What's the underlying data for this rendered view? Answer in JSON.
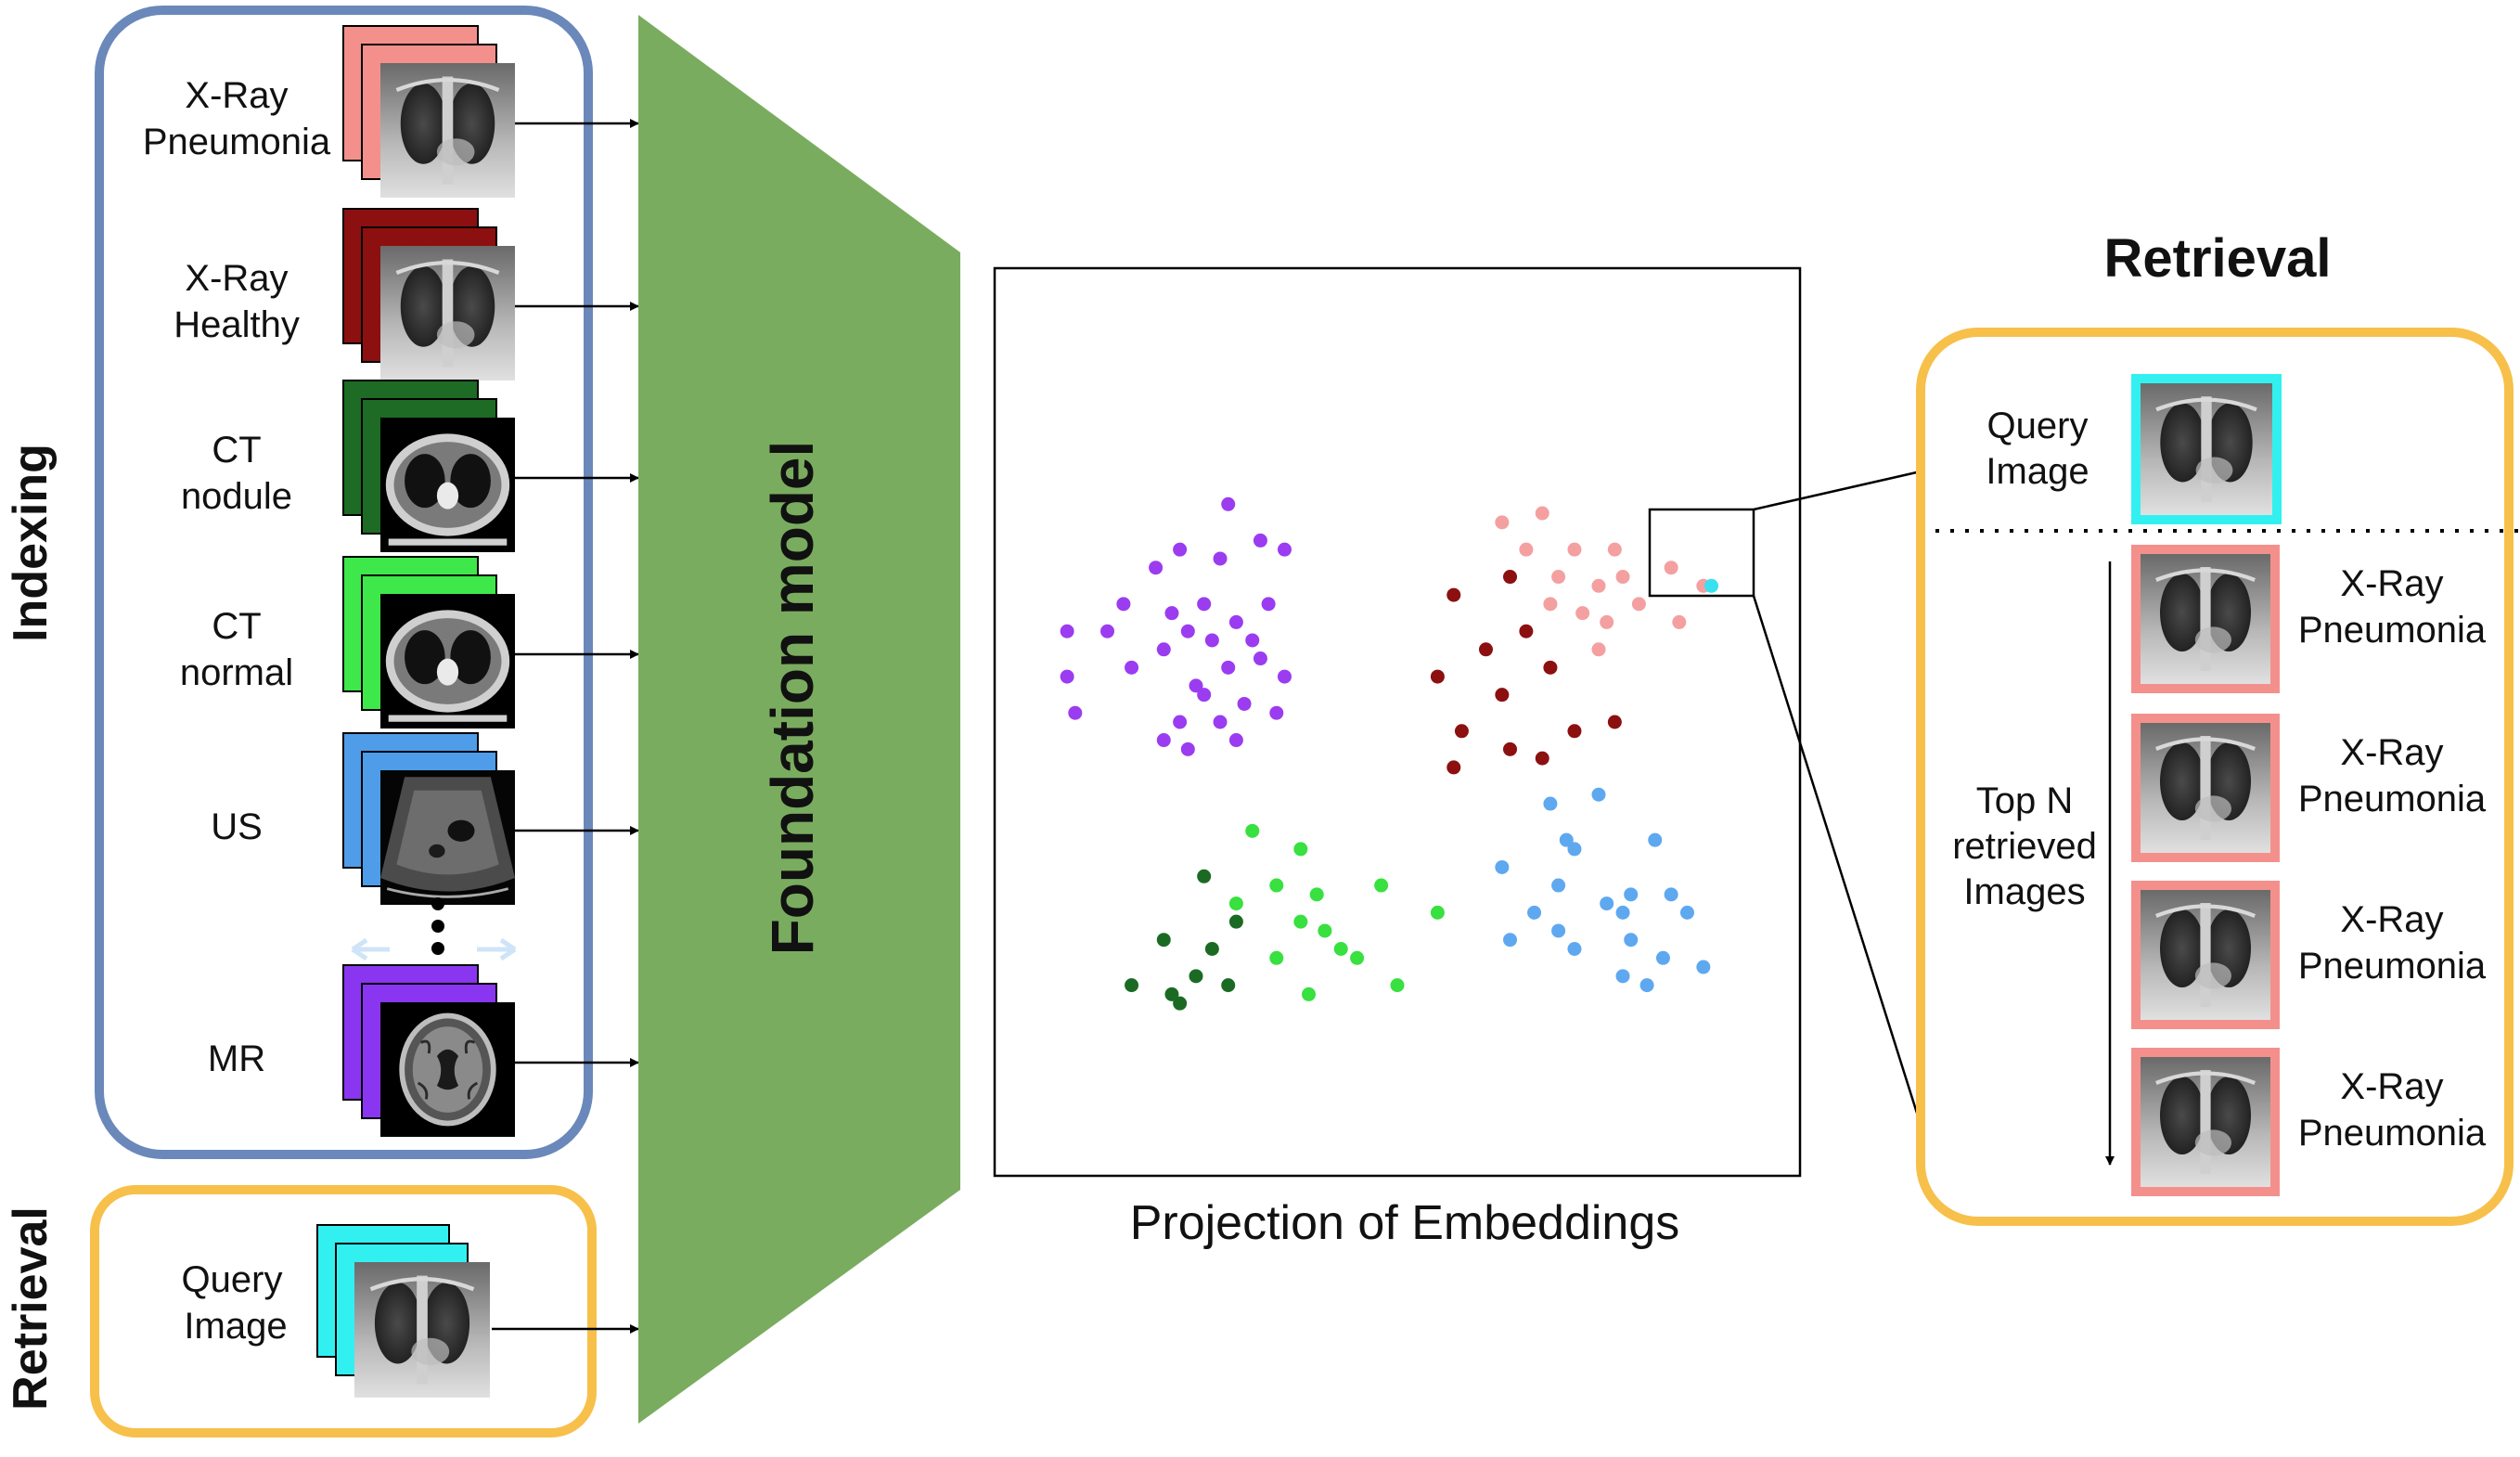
{
  "side_labels": {
    "indexing": "Indexing",
    "retrieval": "Retrieval"
  },
  "foundation_model": {
    "label": "Foundation model",
    "color": "#7aac5f"
  },
  "indexing_panel": {
    "border_color": "#6a88ba",
    "items": [
      {
        "key": "xray-pneumonia",
        "line1": "X-Ray",
        "line2": "Pneumonia",
        "stack_color": "#f4908c",
        "icon": "chest-xray-icon"
      },
      {
        "key": "xray-healthy",
        "line1": "X-Ray",
        "line2": "Healthy",
        "stack_color": "#8c1010",
        "icon": "chest-xray-icon"
      },
      {
        "key": "ct-nodule",
        "line1": "CT",
        "line2": "nodule",
        "stack_color": "#1d6b24",
        "icon": "ct-scan-icon"
      },
      {
        "key": "ct-normal",
        "line1": "CT",
        "line2": "normal",
        "stack_color": "#3ee84a",
        "icon": "ct-scan-icon"
      },
      {
        "key": "us",
        "line1": "US",
        "line2": "",
        "stack_color": "#4f9de8",
        "icon": "ultrasound-icon"
      },
      {
        "key": "mr",
        "line1": "MR",
        "line2": "",
        "stack_color": "#8a36f0",
        "icon": "mri-brain-icon"
      }
    ]
  },
  "query_panel": {
    "border_color": "#f7c04a",
    "line1": "Query",
    "line2": "Image",
    "stack_color": "#33f0f0"
  },
  "projection": {
    "caption": "Projection of Embeddings",
    "clusters": [
      {
        "name": "MR",
        "color": "#9b3cf0",
        "points": [
          [
            0.29,
            0.26
          ],
          [
            0.23,
            0.31
          ],
          [
            0.33,
            0.3
          ],
          [
            0.2,
            0.33
          ],
          [
            0.28,
            0.32
          ],
          [
            0.36,
            0.31
          ],
          [
            0.34,
            0.37
          ],
          [
            0.26,
            0.37
          ],
          [
            0.16,
            0.37
          ],
          [
            0.22,
            0.38
          ],
          [
            0.3,
            0.39
          ],
          [
            0.32,
            0.41
          ],
          [
            0.24,
            0.4
          ],
          [
            0.27,
            0.41
          ],
          [
            0.33,
            0.43
          ],
          [
            0.14,
            0.4
          ],
          [
            0.21,
            0.42
          ],
          [
            0.29,
            0.44
          ],
          [
            0.25,
            0.46
          ],
          [
            0.36,
            0.45
          ],
          [
            0.17,
            0.44
          ],
          [
            0.26,
            0.47
          ],
          [
            0.31,
            0.48
          ],
          [
            0.35,
            0.49
          ],
          [
            0.23,
            0.5
          ],
          [
            0.28,
            0.5
          ],
          [
            0.21,
            0.52
          ],
          [
            0.3,
            0.52
          ],
          [
            0.24,
            0.53
          ],
          [
            0.09,
            0.4
          ],
          [
            0.09,
            0.45
          ],
          [
            0.1,
            0.49
          ]
        ]
      },
      {
        "name": "X-Ray Pneumonia",
        "color": "#f4a0a0",
        "points": [
          [
            0.63,
            0.28
          ],
          [
            0.68,
            0.27
          ],
          [
            0.72,
            0.31
          ],
          [
            0.66,
            0.31
          ],
          [
            0.77,
            0.31
          ],
          [
            0.64,
            0.34
          ],
          [
            0.7,
            0.34
          ],
          [
            0.75,
            0.35
          ],
          [
            0.78,
            0.34
          ],
          [
            0.69,
            0.37
          ],
          [
            0.73,
            0.38
          ],
          [
            0.8,
            0.37
          ],
          [
            0.76,
            0.39
          ],
          [
            0.84,
            0.33
          ],
          [
            0.88,
            0.35
          ],
          [
            0.85,
            0.39
          ],
          [
            0.75,
            0.42
          ]
        ]
      },
      {
        "name": "X-Ray Healthy",
        "color": "#8c1010",
        "points": [
          [
            0.64,
            0.34
          ],
          [
            0.57,
            0.36
          ],
          [
            0.66,
            0.4
          ],
          [
            0.61,
            0.42
          ],
          [
            0.55,
            0.45
          ],
          [
            0.69,
            0.44
          ],
          [
            0.63,
            0.47
          ],
          [
            0.58,
            0.51
          ],
          [
            0.64,
            0.53
          ],
          [
            0.72,
            0.51
          ],
          [
            0.77,
            0.5
          ],
          [
            0.68,
            0.54
          ],
          [
            0.57,
            0.55
          ]
        ]
      },
      {
        "name": "CT normal",
        "color": "#38e040",
        "points": [
          [
            0.32,
            0.62
          ],
          [
            0.38,
            0.64
          ],
          [
            0.35,
            0.68
          ],
          [
            0.4,
            0.69
          ],
          [
            0.48,
            0.68
          ],
          [
            0.3,
            0.7
          ],
          [
            0.38,
            0.72
          ],
          [
            0.41,
            0.73
          ],
          [
            0.43,
            0.75
          ],
          [
            0.35,
            0.76
          ],
          [
            0.45,
            0.76
          ],
          [
            0.39,
            0.8
          ],
          [
            0.5,
            0.79
          ],
          [
            0.55,
            0.71
          ]
        ]
      },
      {
        "name": "CT nodule",
        "color": "#1b6a24",
        "points": [
          [
            0.26,
            0.67
          ],
          [
            0.3,
            0.72
          ],
          [
            0.21,
            0.74
          ],
          [
            0.27,
            0.75
          ],
          [
            0.25,
            0.78
          ],
          [
            0.17,
            0.79
          ],
          [
            0.22,
            0.8
          ],
          [
            0.29,
            0.79
          ],
          [
            0.23,
            0.81
          ]
        ]
      },
      {
        "name": "US",
        "color": "#5ea8f0",
        "points": [
          [
            0.69,
            0.59
          ],
          [
            0.75,
            0.58
          ],
          [
            0.71,
            0.63
          ],
          [
            0.72,
            0.64
          ],
          [
            0.82,
            0.63
          ],
          [
            0.63,
            0.66
          ],
          [
            0.7,
            0.68
          ],
          [
            0.76,
            0.7
          ],
          [
            0.79,
            0.69
          ],
          [
            0.84,
            0.69
          ],
          [
            0.67,
            0.71
          ],
          [
            0.78,
            0.71
          ],
          [
            0.86,
            0.71
          ],
          [
            0.7,
            0.73
          ],
          [
            0.64,
            0.74
          ],
          [
            0.79,
            0.74
          ],
          [
            0.72,
            0.75
          ],
          [
            0.83,
            0.76
          ],
          [
            0.88,
            0.77
          ],
          [
            0.78,
            0.78
          ],
          [
            0.81,
            0.79
          ]
        ]
      },
      {
        "name": "Query",
        "color": "#39e0f0",
        "points": [
          [
            0.89,
            0.35
          ]
        ]
      }
    ]
  },
  "retrieval_panel": {
    "title": "Retrieval",
    "border_color": "#f7c04a",
    "query_line1": "Query",
    "query_line2": "Image",
    "query_color": "#33f0f0",
    "top_n_line1": "Top N",
    "top_n_line2": "retrieved",
    "top_n_line3": "Images",
    "results": [
      {
        "line1": "X-Ray",
        "line2": "Pneumonia",
        "border": "#f4908c"
      },
      {
        "line1": "X-Ray",
        "line2": "Pneumonia",
        "border": "#f4908c"
      },
      {
        "line1": "X-Ray",
        "line2": "Pneumonia",
        "border": "#f4908c"
      },
      {
        "line1": "X-Ray",
        "line2": "Pneumonia",
        "border": "#f4908c"
      }
    ]
  }
}
